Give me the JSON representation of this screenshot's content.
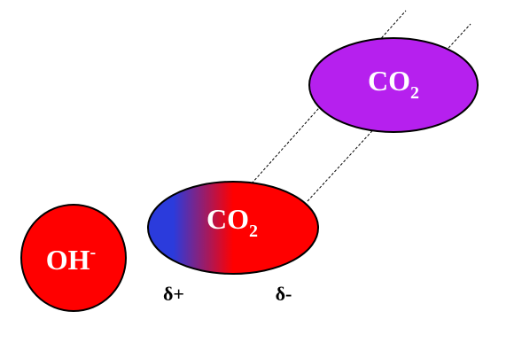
{
  "colors": {
    "hydroxide_fill": "#ff0000",
    "polarized_co2_positive": "#2b3bdc",
    "polarized_co2_negative": "#ff0000",
    "free_co2_fill": "#b620ee",
    "outline": "#000000",
    "guide_lines": "#000000"
  },
  "hydroxide": {
    "base": "OH",
    "charge": "-"
  },
  "polarized_co2": {
    "base": "CO",
    "subscript": "2",
    "partial_positive": "δ+",
    "partial_negative": "δ-"
  },
  "free_co2": {
    "base": "CO",
    "subscript": "2"
  }
}
